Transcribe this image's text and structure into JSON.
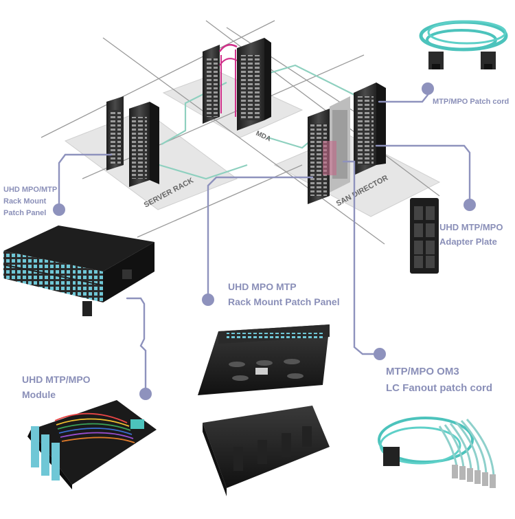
{
  "zones": {
    "server_rack": "SERVER RACK",
    "mda": "MDA",
    "san_director": "SAN DIRECTOR"
  },
  "labels": {
    "patch_cord": "MTP/MPO Patch cord",
    "rack_panel_small": [
      "UHD MPO/MTP",
      "Rack Mount",
      "Patch Panel"
    ],
    "adapter_plate": [
      "UHD MTP/MPO",
      "Adapter Plate"
    ],
    "rack_panel_center": [
      "UHD MPO MTP",
      "Rack Mount Patch Panel"
    ],
    "module": [
      "UHD MTP/MPO",
      "Module"
    ],
    "fanout": [
      "MTP/MPO OM3",
      "LC Fanout patch cord"
    ]
  },
  "colors": {
    "connector_line": "#8e92bd",
    "link_teal": "#8ed0bf",
    "link_magenta": "#d0308a",
    "floor": "#e6e6e6",
    "fiber_aqua": "#4cc3bc",
    "rack_dark": "#2b2b2b"
  }
}
